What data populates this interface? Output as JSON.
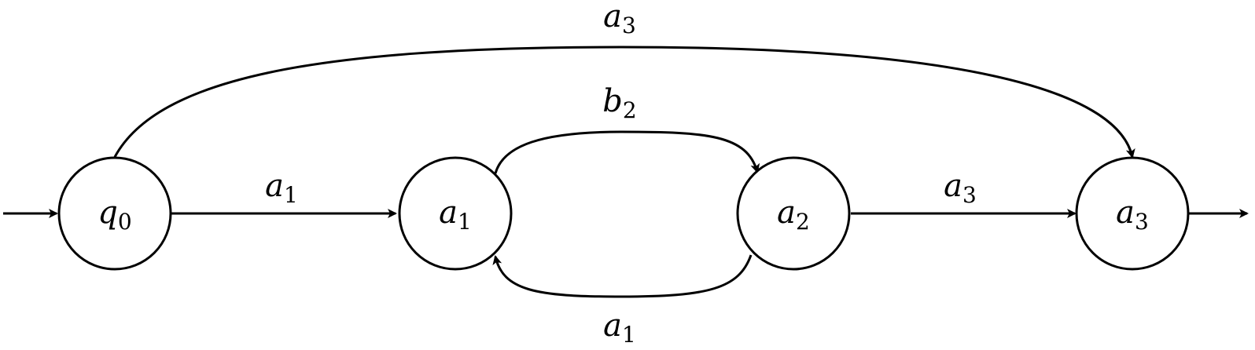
{
  "states": [
    {
      "id": "q0",
      "symbol": "q",
      "index": "0",
      "initial": true,
      "accepting": false
    },
    {
      "id": "s_a1",
      "symbol": "a",
      "index": "1",
      "initial": false,
      "accepting": false
    },
    {
      "id": "s_a2",
      "symbol": "a",
      "index": "2",
      "initial": false,
      "accepting": false
    },
    {
      "id": "s_a3",
      "symbol": "a",
      "index": "3",
      "initial": false,
      "accepting": true
    }
  ],
  "transitions": [
    {
      "from": "q0",
      "to": "s_a3",
      "symbol": "a",
      "index": "3"
    },
    {
      "from": "s_a1",
      "to": "s_a2",
      "symbol": "b",
      "index": "2"
    },
    {
      "from": "q0",
      "to": "s_a1",
      "symbol": "a",
      "index": "1"
    },
    {
      "from": "s_a2",
      "to": "s_a3",
      "symbol": "a",
      "index": "3"
    },
    {
      "from": "s_a2",
      "to": "s_a1",
      "symbol": "a",
      "index": "1"
    }
  ],
  "colors": {
    "stroke": "#000000",
    "background": "#ffffff"
  }
}
